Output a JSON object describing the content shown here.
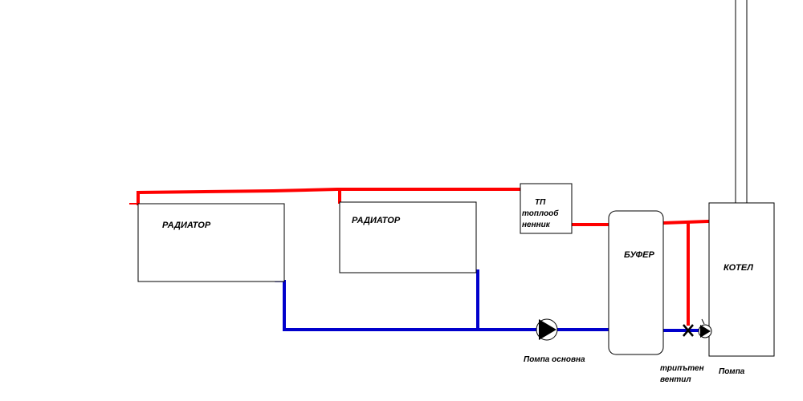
{
  "colors": {
    "supply": "#ff0000",
    "return": "#0000cc",
    "outline": "#000000",
    "background": "#ffffff"
  },
  "components": {
    "radiator_1": {
      "label": "РАДИАТОР"
    },
    "radiator_2": {
      "label": "РАДИАТОР"
    },
    "heat_exchanger": {
      "label_line1": "ТП",
      "label_line2": "топлооб",
      "label_line3": "ненник"
    },
    "buffer": {
      "label": "БУФЕР"
    },
    "boiler": {
      "label": "КОТЕЛ"
    }
  },
  "annotations": {
    "main_pump": "Помпа основна",
    "three_way_valve_line1": "трипътен",
    "three_way_valve_line2": "вентил",
    "pump": "Помпа"
  },
  "icons": {
    "main_pump": "pump-icon",
    "boiler_pump": "pump-icon",
    "valve": "three-way-valve-icon"
  }
}
